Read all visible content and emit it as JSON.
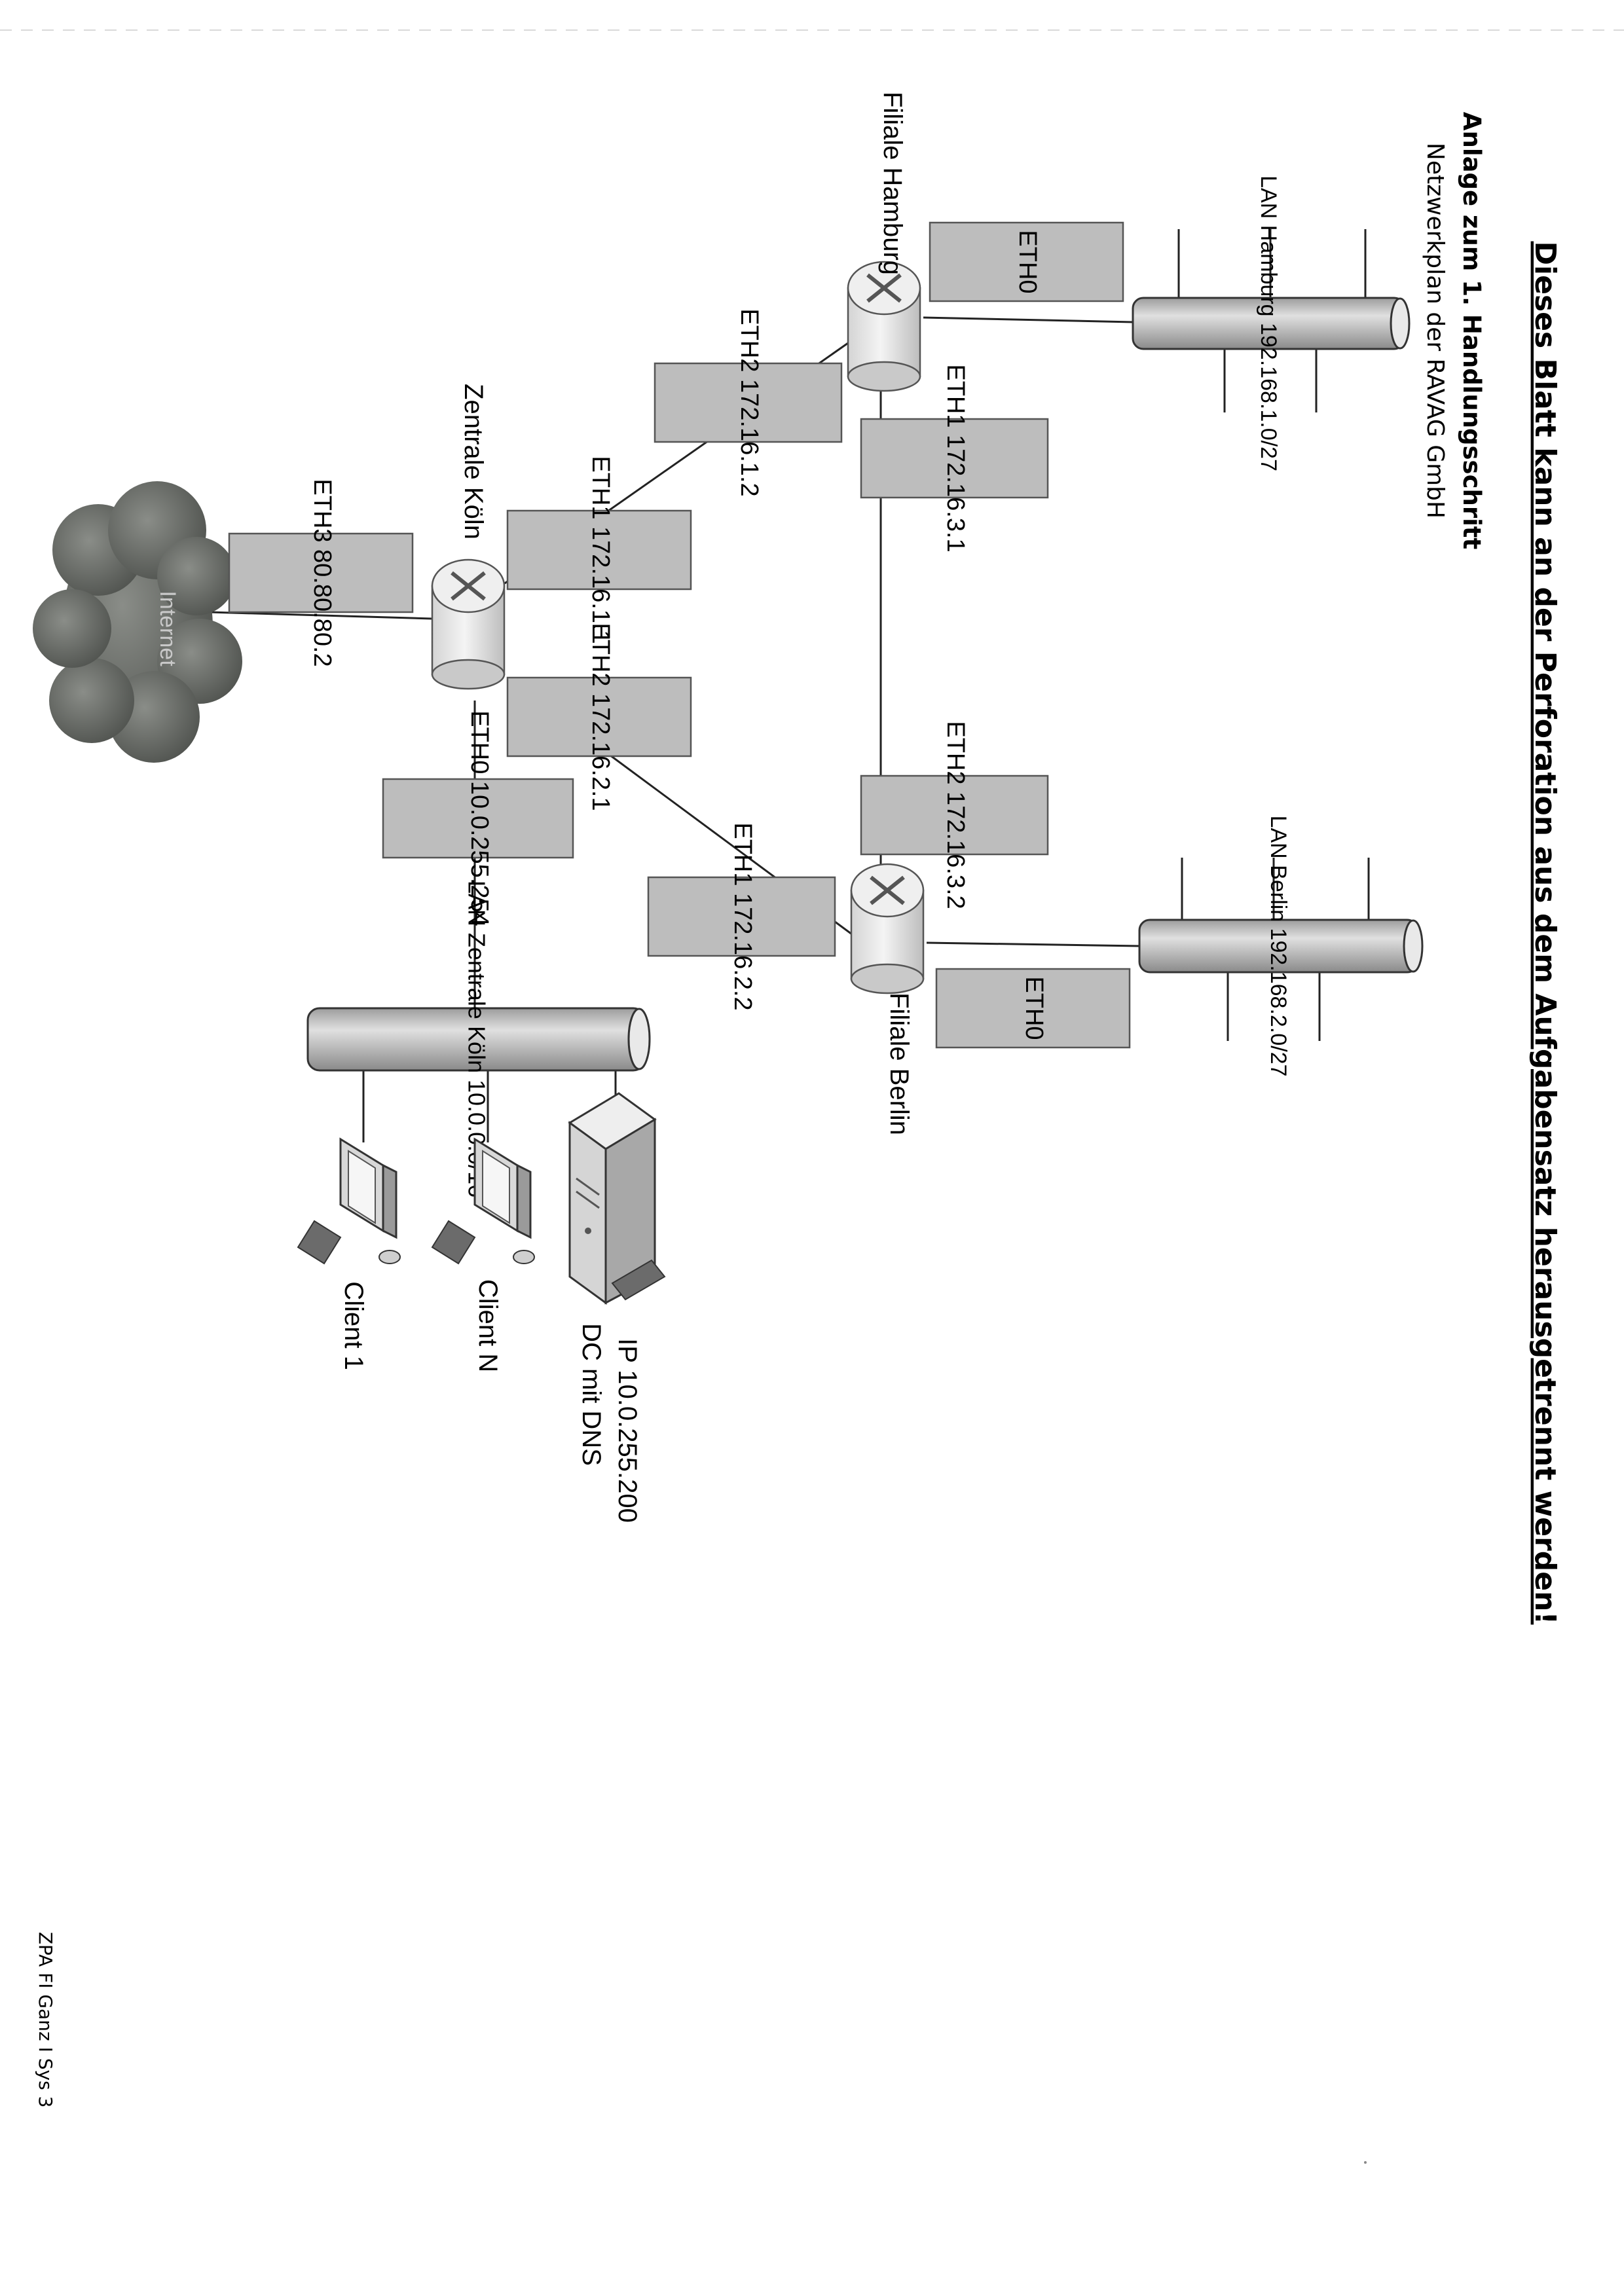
{
  "header": {
    "perforation_note": "Dieses Blatt kann an der Perforation aus dem Aufgabensatz herausgetrennt werden!",
    "attachment_title": "Anlage zum 1. Handlungsschritt",
    "attachment_subtitle": "Netzwerkplan der RAVAG GmbH"
  },
  "footer": {
    "code": "ZPA FI Ganz I Sys 3"
  },
  "sites": {
    "hamburg": "Filiale Hamburg",
    "koeln": "Zentrale Köln",
    "berlin": "Filiale Berlin"
  },
  "internet": {
    "label": "Internet"
  },
  "interfaces": {
    "hh_eth0": "ETH0",
    "hh_eth2": "ETH2 172.16.1.2",
    "hh_eth1": "ETH1 172.16.3.1",
    "k_eth3": "ETH3 80.80.80.2",
    "k_eth1": "ETH1 172.16.1.1",
    "k_eth2": "ETH2 172.16.2.1",
    "k_eth0": "ETH0 10.0.255.254",
    "b_eth2": "ETH2 172.16.3.2",
    "b_eth1": "ETH1 172.16.2.2",
    "b_eth0": "ETH0"
  },
  "lans": {
    "hamburg": "LAN Hamburg 192.168.1.0/27",
    "berlin": "LAN Berlin 192.168.2.0/27",
    "koeln": "LAN Zentrale Köln 10.0.0.0/16"
  },
  "devices": {
    "client1": "Client 1",
    "clientn": "Client N",
    "dc_line1": "DC mit DNS",
    "dc_line2": "IP 10.0.255.200"
  },
  "colors": {
    "box": "#bdbdbd",
    "cloud": "#5f625e",
    "router": "#e6e6e6",
    "line": "#222222"
  }
}
